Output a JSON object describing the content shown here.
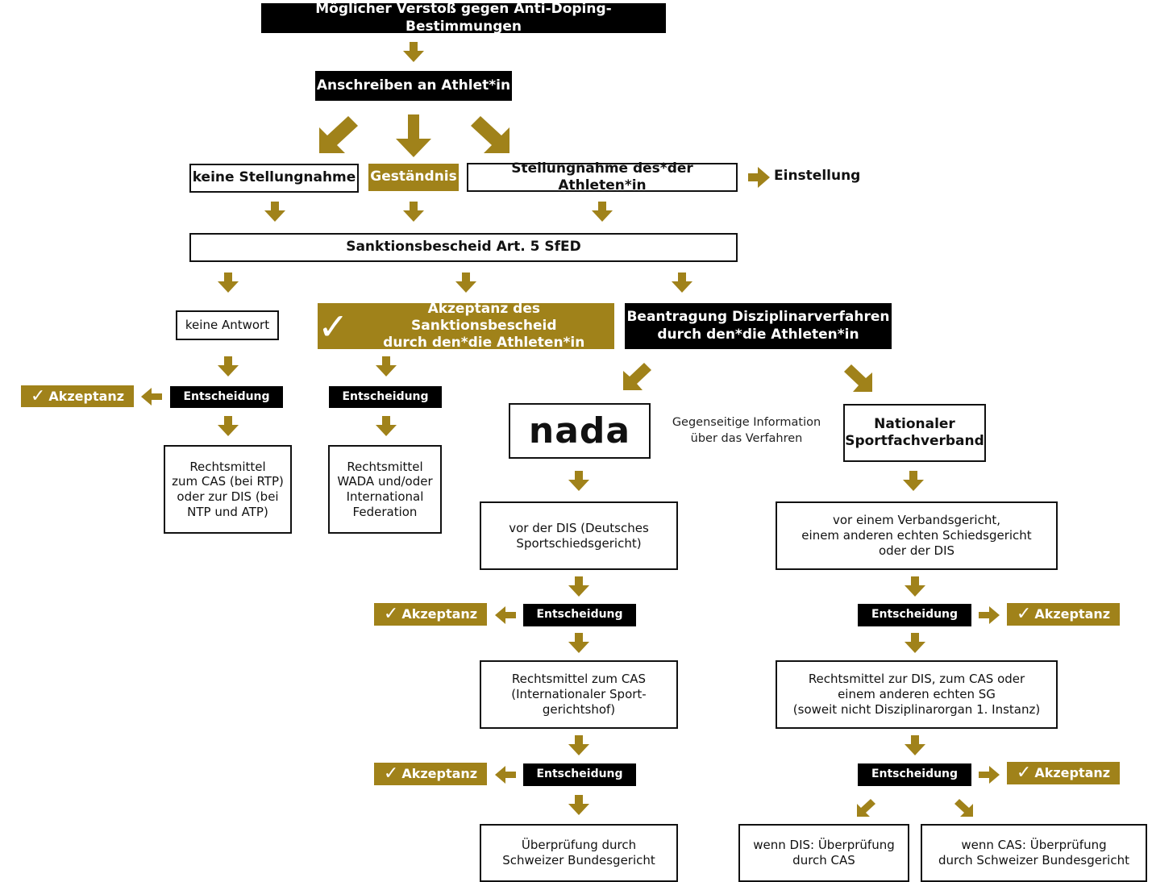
{
  "colors": {
    "gold": "#a0821a",
    "black": "#000000"
  },
  "top": {
    "title": "Möglicher Verstoß gegen Anti-Doping-Bestimmungen",
    "letter": "Anschreiben an Athlet*in"
  },
  "responses": {
    "none": "keine Stellungnahme",
    "confession": "Geständnis",
    "statement": "Stellungnahme des*der Athleten*in",
    "dismissal": "Einstellung"
  },
  "sanction": "Sanktionsbescheid Art. 5 SfED",
  "branches": {
    "no_answer": "keine Antwort",
    "accept_line1": "Akzeptanz des Sanktionsbescheid",
    "accept_line2": "durch den*die Athleten*in",
    "disc_line1": "Beantragung Disziplinarverfahren",
    "disc_line2": "durch den*die Athleten*in"
  },
  "decision": "Entscheidung",
  "acceptance": "Akzeptanz",
  "left_remedy": [
    "Rechtsmittel",
    "zum CAS (bei RTP)",
    "oder zur DIS (bei",
    "NTP und ATP)"
  ],
  "mid_remedy": [
    "Rechtsmittel",
    "WADA und/oder",
    "International",
    "Federation"
  ],
  "nada": {
    "logo_text": "nada",
    "info_line1": "Gegenseitige Information",
    "info_line2": "über das Verfahren",
    "dis": [
      "vor der DIS (Deutsches",
      "Sportschiedsgericht)"
    ],
    "cas": [
      "Rechtsmittel zum CAS",
      "(Internationaler Sport-",
      "gerichtshof)"
    ],
    "review": [
      "Überprüfung durch",
      "Schweizer Bundesgericht"
    ]
  },
  "federation": {
    "title_line1": "Nationaler",
    "title_line2": "Sportfachverband",
    "court": [
      "vor einem Verbandsgericht,",
      "einem anderen echten Schiedsgericht",
      "oder der DIS"
    ],
    "remedy": [
      "Rechtsmittel zur DIS, zum CAS oder",
      "einem anderen echten SG",
      "(soweit nicht Disziplinarorgan 1. Instanz)"
    ],
    "review_dis": [
      "wenn DIS: Überprüfung",
      "durch CAS"
    ],
    "review_cas": [
      "wenn CAS: Überprüfung",
      "durch Schweizer Bundesgericht"
    ]
  }
}
